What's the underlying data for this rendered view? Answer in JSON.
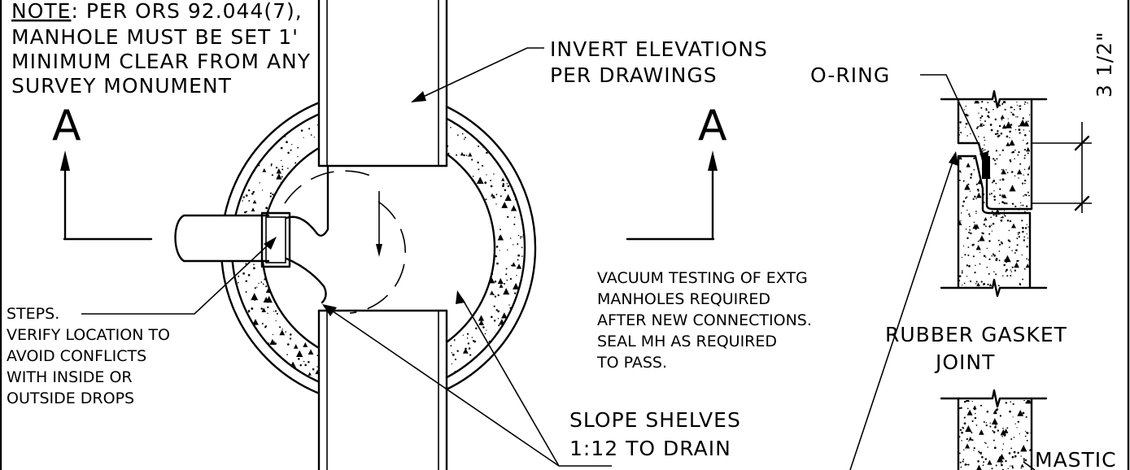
{
  "notes": {
    "note_prefix": "NOTE",
    "note_line1_rest": ": PER ORS 92.044(7),",
    "note_line2": "MANHOLE MUST BE SET 1'",
    "note_line3": "MINIMUM CLEAR FROM ANY",
    "note_line4": "SURVEY MONUMENT"
  },
  "section_marks": {
    "left": "A",
    "right": "A"
  },
  "labels": {
    "invert_line1": "INVERT ELEVATIONS",
    "invert_line2": "PER DRAWINGS",
    "oring": "O-RING",
    "dimension": "3 1/2\"",
    "vacuum_line1": "VACUUM TESTING OF EXTG",
    "vacuum_line2": "MANHOLES REQUIRED",
    "vacuum_line3": "AFTER NEW CONNECTIONS.",
    "vacuum_line4": "SEAL MH AS REQUIRED",
    "vacuum_line5": "TO PASS.",
    "steps_line1": "STEPS.",
    "steps_line2": "VERIFY LOCATION TO",
    "steps_line3": "AVOID CONFLICTS",
    "steps_line4": "WITH INSIDE OR",
    "steps_line5": "OUTSIDE DROPS",
    "rubber_line1": "RUBBER GASKET",
    "rubber_line2": "JOINT",
    "slope_line1": "SLOPE SHELVES",
    "slope_line2": "1:12 TO DRAIN",
    "mastic": "MASTIC"
  }
}
